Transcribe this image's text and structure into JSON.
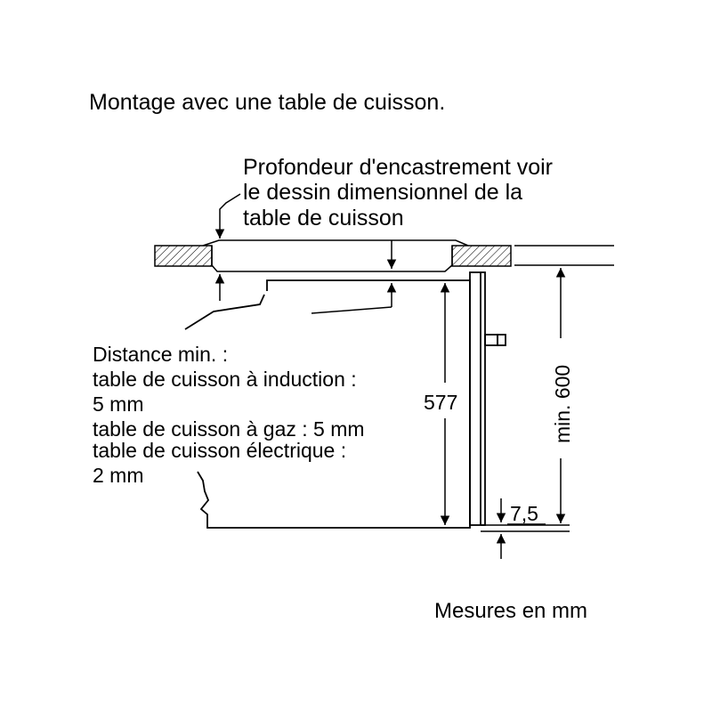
{
  "title": "Montage avec une table de cuisson.",
  "depth_note": {
    "lines": [
      "Profondeur d'encastrement voir",
      "le dessin dimensionnel de la",
      "table de cuisson"
    ]
  },
  "distance_note": {
    "lines": [
      "Distance min. :",
      "table de cuisson à induction :",
      "5 mm",
      "table de cuisson à gaz : 5 mm",
      "table de cuisson électrique :",
      "2 mm"
    ]
  },
  "dimensions": {
    "oven_height": "577",
    "niche_height": "min. 600",
    "gap": "7,5"
  },
  "units_note": "Mesures en mm",
  "colors": {
    "line": "#000000",
    "background": "#ffffff"
  }
}
